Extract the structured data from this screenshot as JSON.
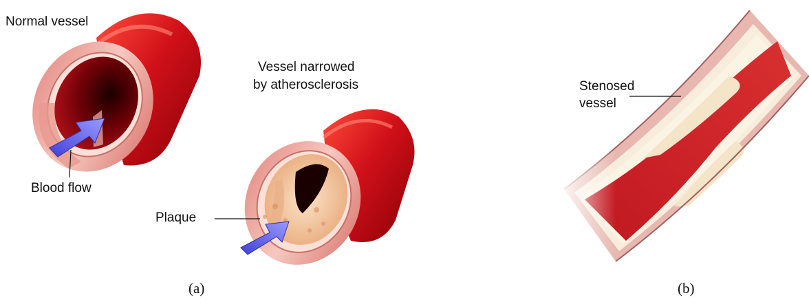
{
  "panel_a": {
    "caption": "(a)",
    "normal_vessel_label": "Normal vessel",
    "blood_flow_label": "Blood flow",
    "narrowed_label_line1": "Vessel narrowed",
    "narrowed_label_line2": "by atherosclerosis",
    "plaque_label": "Plaque"
  },
  "panel_b": {
    "caption": "(b)",
    "stenosed_label_line1": "Stenosed",
    "stenosed_label_line2": "vessel"
  },
  "colors": {
    "vessel_red": "#c8101a",
    "vessel_dark": "#7a0008",
    "wall_pink": "#f2b8b0",
    "plaque": "#f0d6a0",
    "flow_arrow": "#6e6ef0"
  }
}
